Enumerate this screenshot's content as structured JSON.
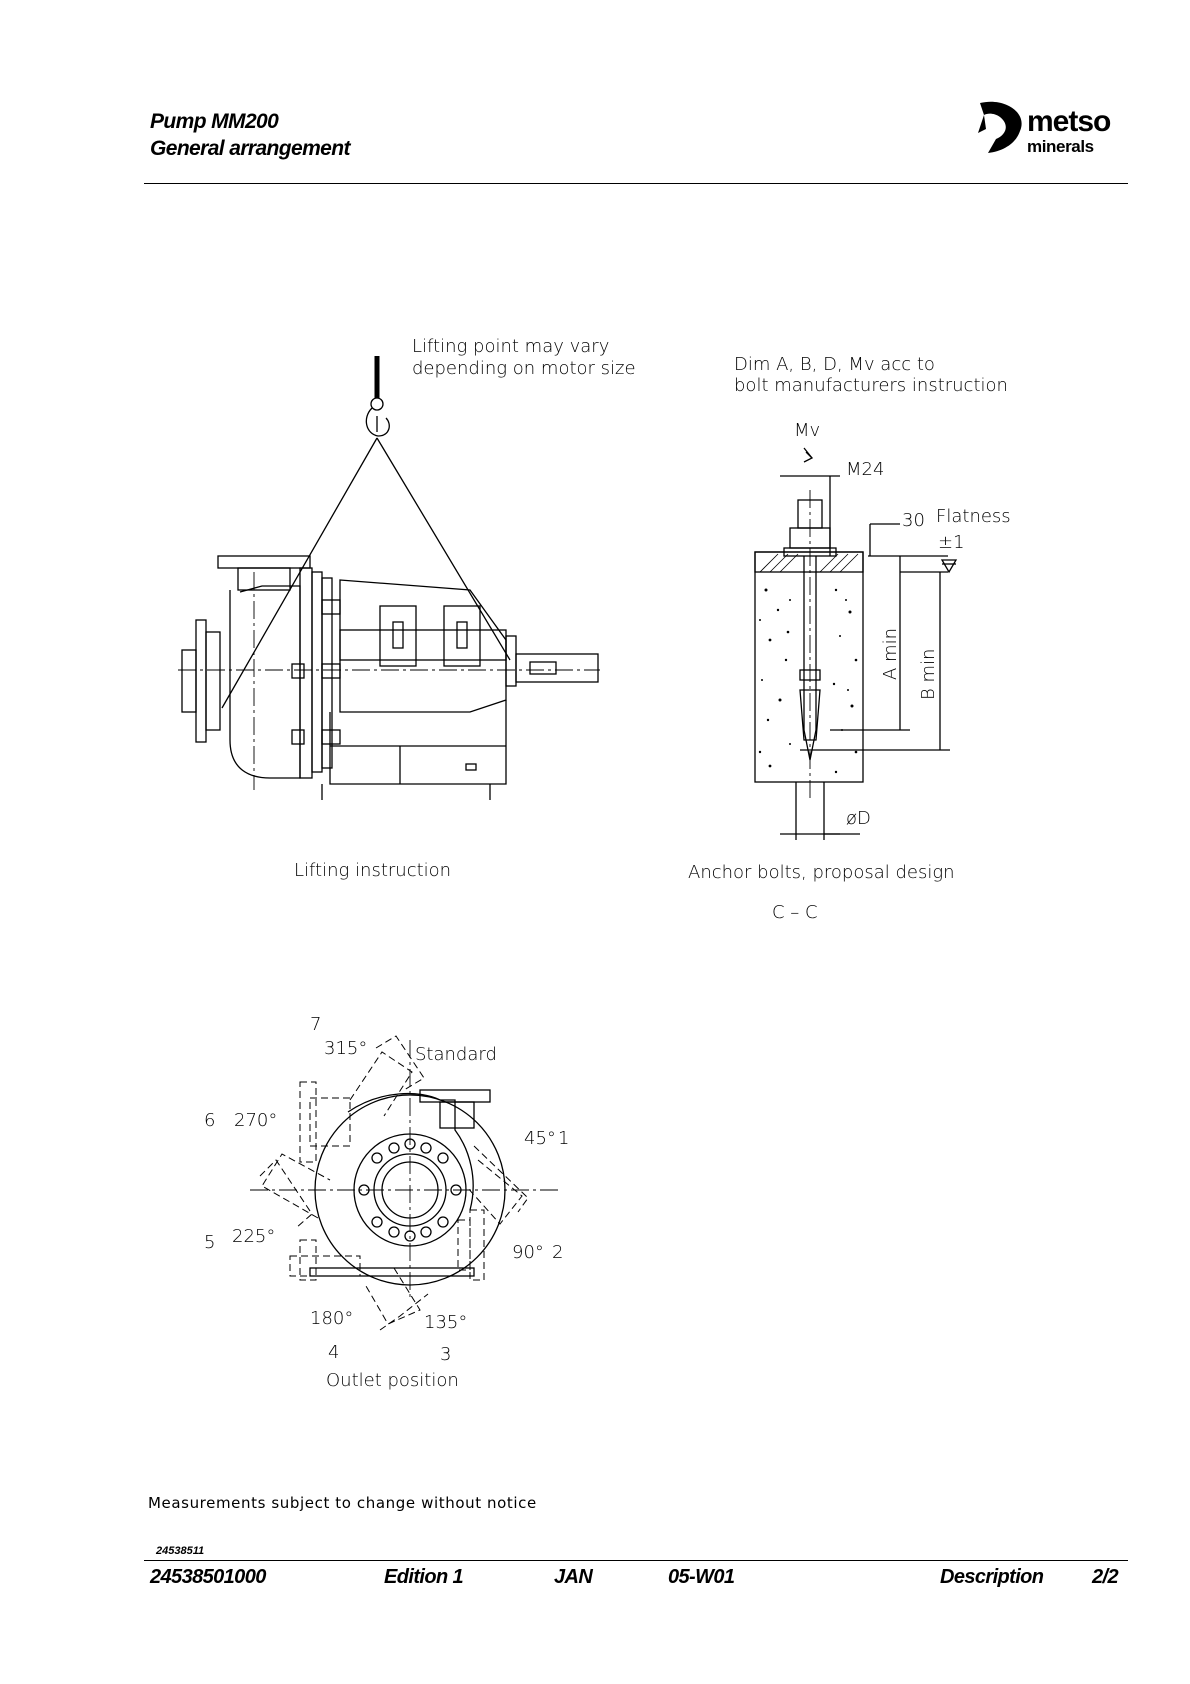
{
  "header": {
    "title_line1": "Pump MM200",
    "title_line2": "General arrangement"
  },
  "logo": {
    "brand": "metso",
    "sub": "minerals"
  },
  "lifting": {
    "note_line1": "Lifting  point  may  vary",
    "note_line2": "depending  on  motor  size",
    "caption": "Lifting  instruction"
  },
  "anchor": {
    "note_line1": "Dim  A,  B,  D,  Mv  acc  to",
    "note_line2": "bolt  manufacturers  instruction",
    "mv": "Mv",
    "m24": "M24",
    "thirty": "30",
    "flatness": "Flatness",
    "tolerance": "±1",
    "a_min": "A  min",
    "b_min": "B  min",
    "phi_d": "øD",
    "caption": "Anchor  bolts,  proposal  design",
    "section": "C  –  C"
  },
  "outlet": {
    "standard": "Standard",
    "caption": "Outlet  position",
    "positions": [
      {
        "num": "7",
        "deg": "315°"
      },
      {
        "num": "6",
        "deg": "270°"
      },
      {
        "num": "1",
        "deg": "45°"
      },
      {
        "num": "5",
        "deg": "225°"
      },
      {
        "num": "2",
        "deg": "90°"
      },
      {
        "num": "4",
        "deg": "180°"
      },
      {
        "num": "3",
        "deg": "135°"
      }
    ]
  },
  "notice": "Measurements  subject  to  change  without  notice",
  "footer": {
    "doc_id": "24538511",
    "number": "24538501000",
    "edition": "Edition 1",
    "month": "JAN",
    "code": "05-W01",
    "type": "Description",
    "page": "2/2"
  }
}
